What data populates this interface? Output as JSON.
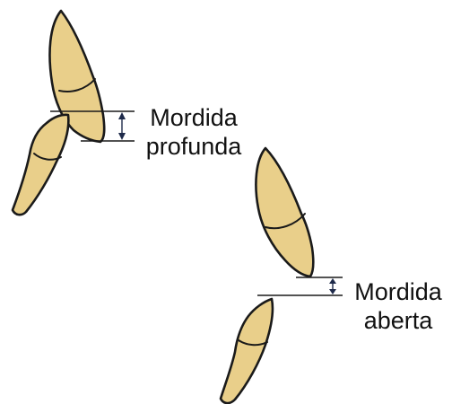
{
  "labels": {
    "deep_bite": {
      "line1": "Mordida",
      "line2": "profunda"
    },
    "open_bite": {
      "line1": "Mordida",
      "line2": "aberta"
    }
  },
  "colors": {
    "tooth_fill": "#e9cf8a",
    "outline": "#1a1a1a",
    "dimension_arrow": "#1e2a4a",
    "background": "#ffffff"
  }
}
